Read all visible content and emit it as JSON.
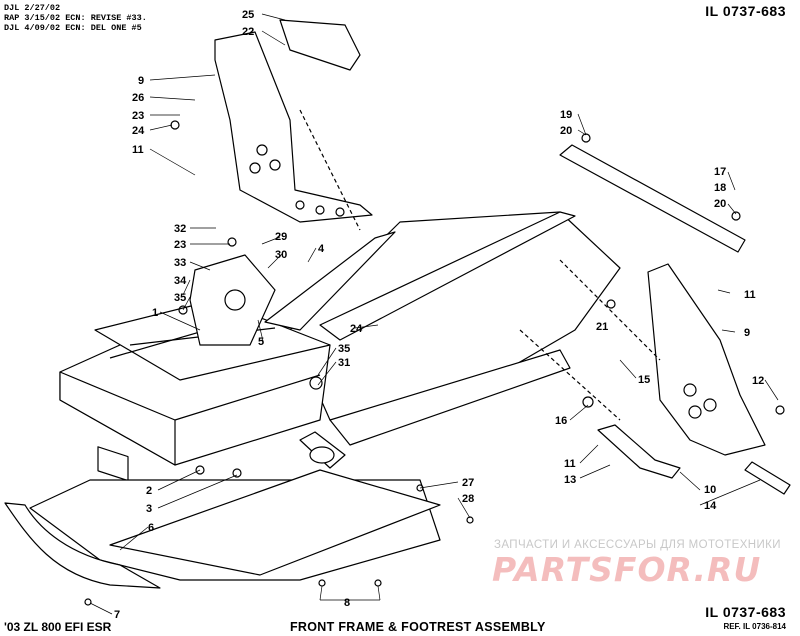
{
  "header": {
    "notes": [
      "DJL 2/27/02",
      "RAP 3/15/02 ECN: REVISE #33.",
      "DJL 4/09/02 ECN: DEL ONE #5"
    ],
    "illustration_id": "IL 0737-683"
  },
  "footer": {
    "model": "'03 ZL 800 EFI ESR",
    "title": "FRONT FRAME & FOOTREST ASSEMBLY",
    "illustration_id": "IL 0737-683",
    "reference": "REF. IL 0736-814"
  },
  "watermark": {
    "text": "ЗАПЧАСТИ И АКСЕССУАРЫ ДЛЯ МОТОТЕХНИКИ",
    "logo": "PARTSFOR.RU"
  },
  "callouts": [
    "25",
    "22",
    "9",
    "26",
    "23",
    "24",
    "11",
    "19",
    "20",
    "17",
    "18",
    "20",
    "32",
    "23",
    "29",
    "30",
    "4",
    "33",
    "34",
    "35",
    "1",
    "24",
    "35",
    "31",
    "5",
    "11",
    "9",
    "21",
    "12",
    "15",
    "16",
    "11",
    "13",
    "10",
    "14",
    "2",
    "3",
    "27",
    "28",
    "6",
    "7",
    "8"
  ],
  "colors": {
    "line": "#000000",
    "background": "#ffffff",
    "watermark_red": "#e04545",
    "watermark_gray": "#c8c8c8"
  }
}
